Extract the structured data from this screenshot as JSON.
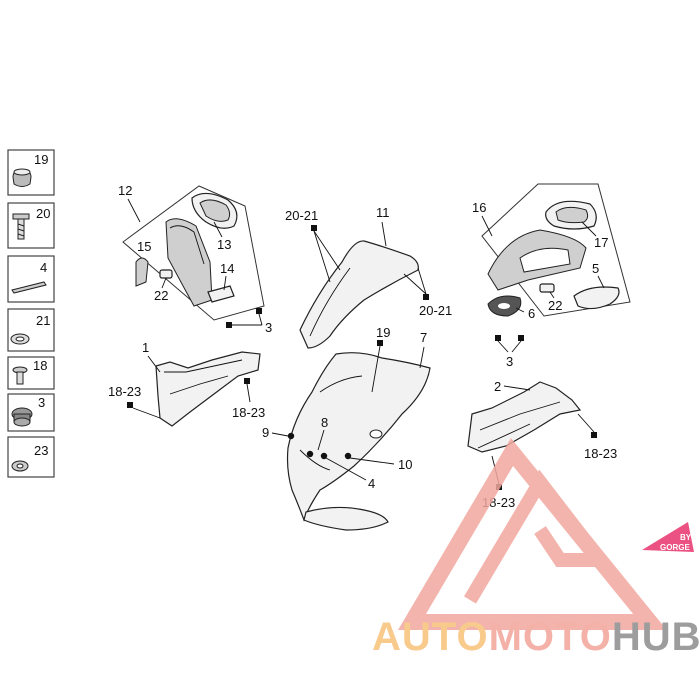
{
  "side_legend": [
    {
      "number": "19",
      "icon": "plug-cap-icon"
    },
    {
      "number": "20",
      "icon": "screw-icon"
    },
    {
      "number": "4",
      "icon": "adhesive-strip-icon"
    },
    {
      "number": "21",
      "icon": "ring-washer-icon"
    },
    {
      "number": "18",
      "icon": "rivet-screw-icon"
    },
    {
      "number": "3",
      "icon": "grommet-icon"
    },
    {
      "number": "23",
      "icon": "flat-washer-icon"
    }
  ],
  "callouts": {
    "c12": "12",
    "c13": "13",
    "c15": "15",
    "c14": "14",
    "c22a": "22",
    "c3a": "3",
    "c2021a": "20-21",
    "c11": "11",
    "c2021b": "20-21",
    "c16": "16",
    "c17": "17",
    "c5": "5",
    "c22b": "22",
    "c6": "6",
    "c3b": "3",
    "c1": "1",
    "c1823a": "18-23",
    "c1823b": "18-23",
    "c19": "19",
    "c7": "7",
    "c9": "9",
    "c8": "8",
    "c10": "10",
    "c4": "4",
    "c2": "2",
    "c1823c": "18-23",
    "c1823d": "18-23"
  },
  "watermark": {
    "brand_part1": "AUTO",
    "brand_part2": "MOTO",
    "brand_part3": "HUB",
    "badge_line1": "BY",
    "badge_line2": "GORGE",
    "color_part1": "#f7c27a",
    "color_part2": "#f3a49a",
    "color_part3": "#8d8d8d",
    "badge_color": "#e8336d"
  }
}
